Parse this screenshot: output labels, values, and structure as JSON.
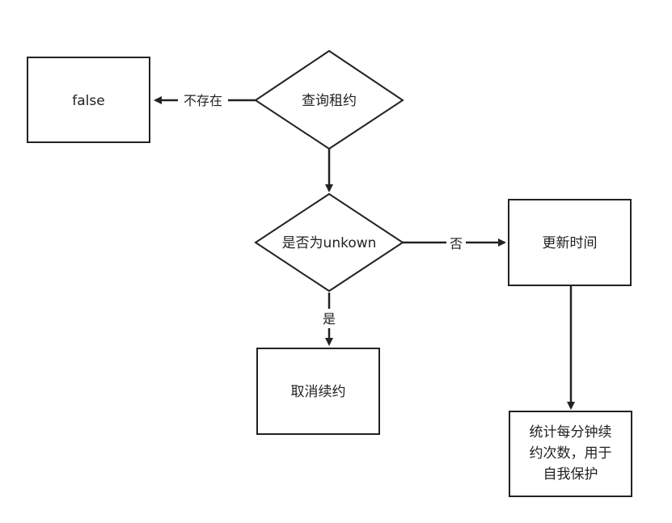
{
  "diagram": {
    "nodes": {
      "false_box": {
        "lines": [
          "false"
        ]
      },
      "query_lease": {
        "lines": [
          "查询租约"
        ]
      },
      "is_unknown": {
        "lines": [
          "是否为unkown"
        ]
      },
      "update_time": {
        "lines": [
          "更新时间"
        ]
      },
      "cancel_renew": {
        "lines": [
          "取消续约"
        ]
      },
      "stats": {
        "lines": [
          "统计每分钟续",
          "约次数，用于",
          "自我保护"
        ]
      }
    },
    "edges": {
      "not_exist": "不存在",
      "no": "否",
      "yes": "是"
    },
    "colors": {
      "stroke": "#222222",
      "background": "#ffffff"
    }
  }
}
